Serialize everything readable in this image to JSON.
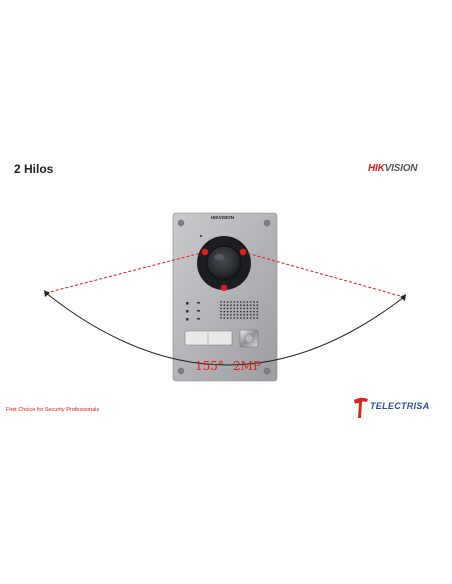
{
  "title": "2 Hilos",
  "brand": {
    "part1": "HIK",
    "part2": "VISION"
  },
  "device_brand": "HIKVISION",
  "angle_label": "155°",
  "resolution_label": "2MP",
  "tagline": "First Choice for Security Professionals",
  "partner_logo": "TELECTRISA",
  "colors": {
    "accent": "#e0201b",
    "telectrisa_blue": "#2a4fa0",
    "telectrisa_red": "#d6261e"
  }
}
